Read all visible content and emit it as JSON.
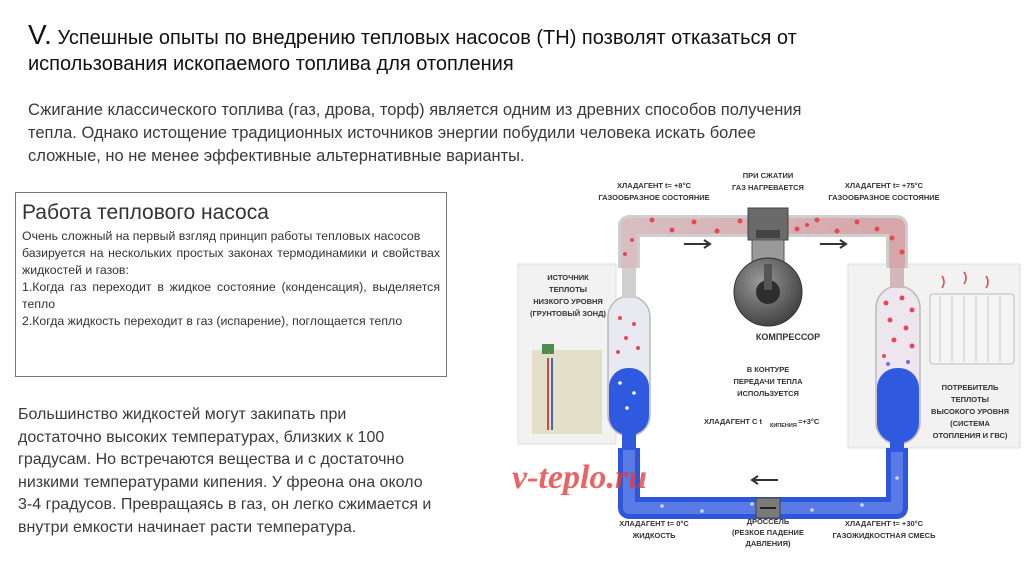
{
  "heading": {
    "roman": "V.",
    "line1": "Успешные опыты по внедрению тепловых насосов (ТН) позволят отказаться от",
    "line2": "использования ископаемого топлива для отопления"
  },
  "intro": [
    "Сжигание классического топлива (газ, дрова, торф) является одним из древних способов получения",
    "тепла. Однако истощение традиционных источников энергии побудили человека искать более",
    "сложные, но не менее эффективные альтернативные варианты."
  ],
  "box": {
    "title": "Работа теплового насоса",
    "lines": [
      "Очень сложный на первый взгляд принцип работы тепловых насосов",
      "базируется на нескольких простых законах термодинамики и свойствах жидкостей и газов:",
      "1.Когда газ переходит в жидкое состояние (конденсация), выделяется тепло",
      "2.Когда жидкость переходит в газ (испарение), поглощается тепло"
    ]
  },
  "lower_text": [
    "Большинство жидкостей могут закипать при",
    "достаточно высоких температурах, близких к 100",
    "градусам. Но встречаются вещества и с достаточно",
    "низкими температурами кипения. У фреона она около",
    "3-4 градусов. Превращаясь в газ, он легко сжимается и",
    "внутри емкости начинает расти температура."
  ],
  "diagram": {
    "top_left": [
      "ХЛАДАГЕНТ  t= +8°С",
      "ГАЗООБРАЗНОЕ СОСТОЯНИЕ"
    ],
    "top_center": [
      "ПРИ СЖАТИИ",
      "ГАЗ НАГРЕВАЕТСЯ"
    ],
    "top_right": [
      "ХЛАДАГЕНТ  t= +75°С",
      "ГАЗООБРАЗНОЕ СОСТОЯНИЕ"
    ],
    "source": [
      "ИСТОЧНИК",
      "ТЕПЛОТЫ",
      "НИЗКОГО УРОВНЯ",
      "(ГРУНТОВЫЙ ЗОНД)"
    ],
    "compressor": "КОМПРЕССОР",
    "center": [
      "В КОНТУРЕ",
      "ПЕРЕДАЧИ ТЕПЛА",
      "ИСПОЛЬЗУЕТСЯ"
    ],
    "center_formula": "ХЛАДАГЕНТ С t",
    "center_sub": "КИПЕНИЯ",
    "center_value": "=+3°С",
    "consumer": [
      "ПОТРЕБИТЕЛЬ",
      "ТЕПЛОТЫ",
      "ВЫСОКОГО УРОВНЯ",
      "(СИСТЕМА",
      "ОТОПЛЕНИЯ И ГВС)"
    ],
    "bottom_left": [
      "ХЛАДАГЕНТ  t= 0°С",
      "ЖИДКОСТЬ"
    ],
    "bottom_center": [
      "ДРОССЕЛЬ",
      "(РЕЗКОЕ ПАДЕНИЕ",
      "ДАВЛЕНИЯ)"
    ],
    "bottom_right": [
      "ХЛАДАГЕНТ  t= +30°С",
      "ГАЗОЖИДКОСТНАЯ СМЕСЬ"
    ],
    "watermark": "v-teplo.ru",
    "colors": {
      "warm": "#e0303a",
      "cold": "#1a3fd0",
      "pipe": "#c8c8c8",
      "label": "#333333"
    }
  }
}
